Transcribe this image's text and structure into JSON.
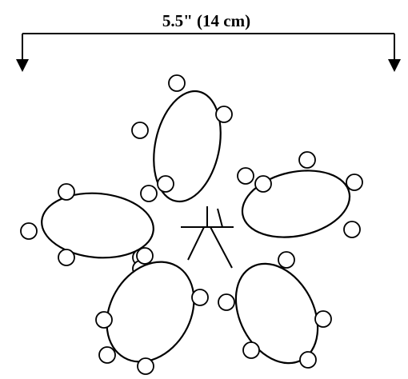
{
  "measurement": {
    "label": "5.5\" (14 cm)"
  },
  "diagram": {
    "rings": 5,
    "picots_per_ring": [
      5,
      5,
      5,
      5,
      5
    ],
    "center_mark": "join-point"
  }
}
